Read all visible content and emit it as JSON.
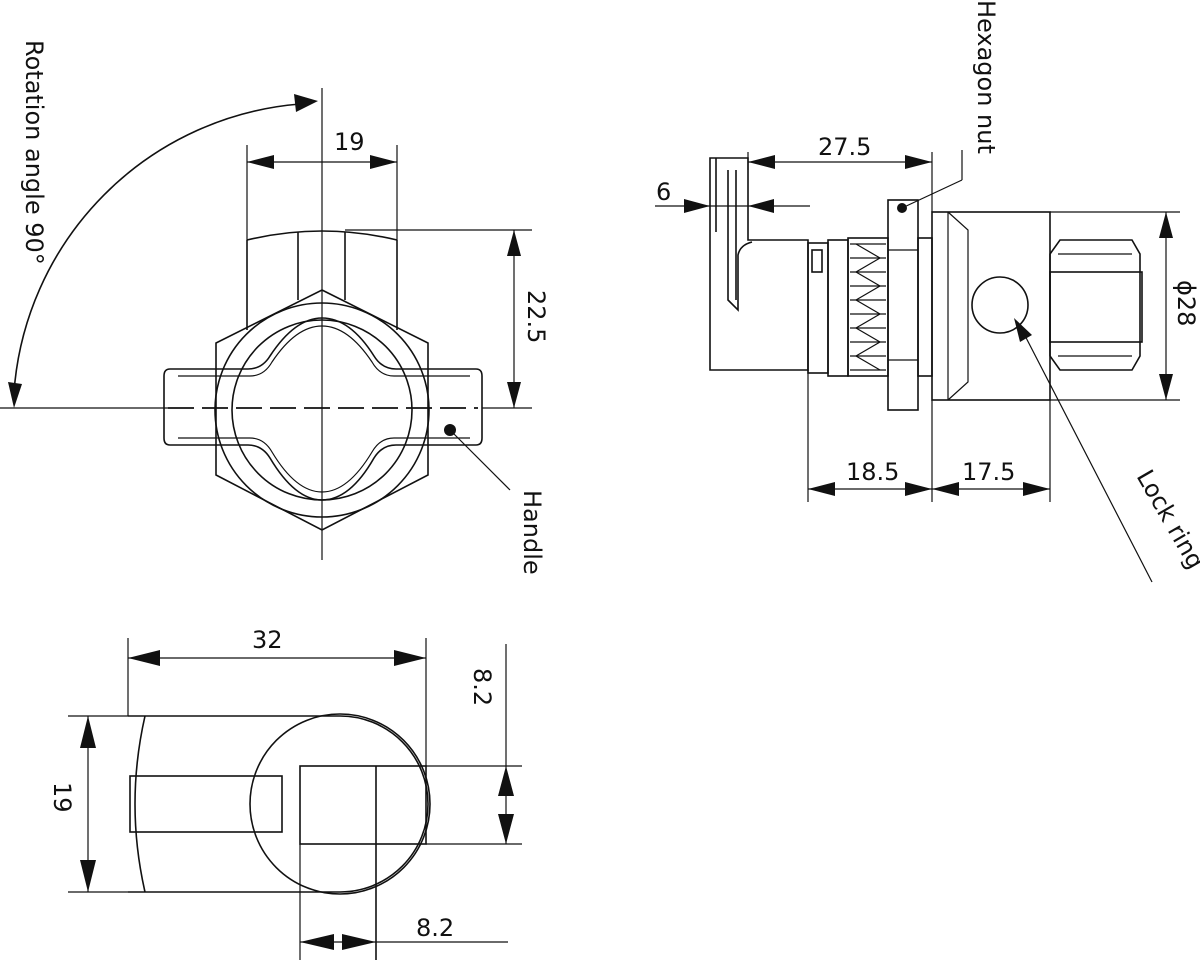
{
  "labels": {
    "rotation": "Rotation angle 90°",
    "hexagon_nut": "Hexagon nut",
    "handle": "Handle",
    "lock_ring": "Lock ring"
  },
  "dimensions": {
    "top_width": "19",
    "handle_height": "22.5",
    "handle_offset": "27.5",
    "handle_thickness": "6",
    "diameter": "ϕ28",
    "body_front": "18.5",
    "body_rear": "17.5",
    "bottom_length": "32",
    "bottom_width": "19",
    "square_upper": "8.2",
    "square_lower": "8.2"
  },
  "colors": {
    "line": "#111111",
    "background": "#ffffff"
  }
}
